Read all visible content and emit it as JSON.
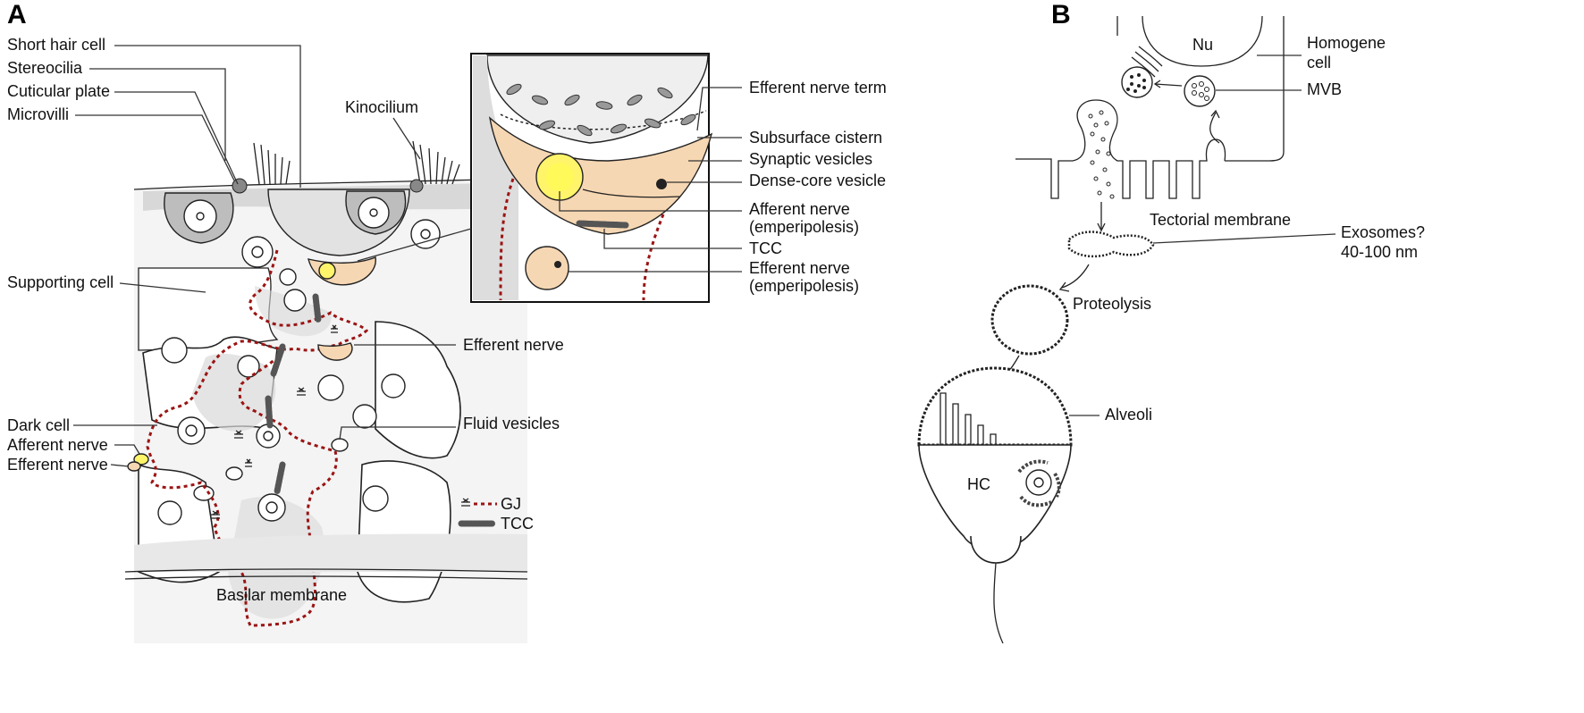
{
  "panels": {
    "a": "A",
    "b": "B"
  },
  "panel_a": {
    "labels": {
      "short_hair_cell": "Short hair cell",
      "stereocilia": "Stereocilia",
      "cuticular_plate": "Cuticular plate",
      "microvilli": "Microvilli",
      "kinocilium": "Kinocilium",
      "supporting_cell": "Supporting cell",
      "dark_cell": "Dark cell",
      "afferent_nerve": "Afferent nerve",
      "efferent_nerve_left": "Efferent nerve",
      "efferent_nerve_mid": "Efferent nerve",
      "fluid_vesicles": "Fluid vesicles",
      "basilar_membrane": "Basilar membrane",
      "legend_gj": "GJ",
      "legend_tcc": "TCC",
      "inset_efferent_term": "Efferent nerve term",
      "inset_subsurface": "Subsurface cistern",
      "inset_synaptic": "Synaptic vesicles",
      "inset_dense_core": "Dense-core vesicle",
      "inset_afferent_l1": "Afferent nerve",
      "inset_afferent_l2": "(emperipolesis)",
      "inset_tcc": "TCC",
      "inset_efferent_l1": "Efferent nerve",
      "inset_efferent_l2": "(emperipolesis)"
    },
    "colors": {
      "gap_junction": "#9b1414",
      "nerve_terminal": "#f6d7b3",
      "afferent": "#fff46a",
      "shade": "#d8d8d8"
    }
  },
  "panel_b": {
    "labels": {
      "nu": "Nu",
      "homogene_l1": "Homogene",
      "homogene_l2": "cell",
      "mvb": "MVB",
      "tectorial": "Tectorial membrane",
      "exosomes_l1": "Exosomes?",
      "exosomes_l2": "40-100 nm",
      "proteolysis": "Proteolysis",
      "alveoli": "Alveoli",
      "hc": "HC"
    }
  }
}
